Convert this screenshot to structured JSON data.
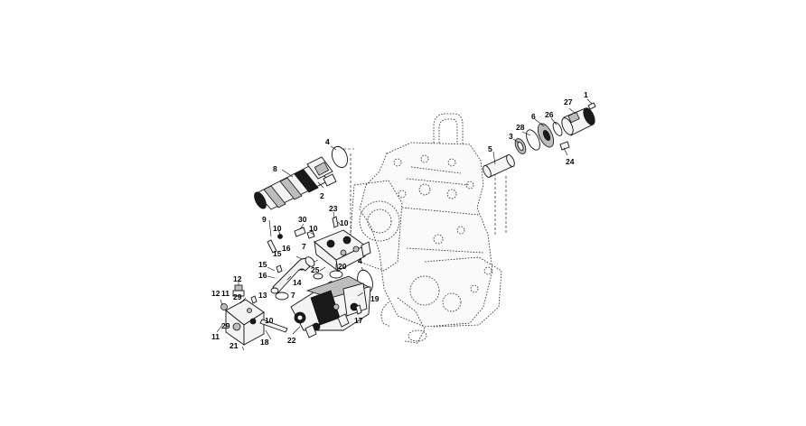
{
  "diagram": {
    "callouts": [
      {
        "id": "c1",
        "text": "1"
      },
      {
        "id": "c27",
        "text": "27"
      },
      {
        "id": "c26",
        "text": "26"
      },
      {
        "id": "c6",
        "text": "6"
      },
      {
        "id": "c28",
        "text": "28"
      },
      {
        "id": "c3",
        "text": "3"
      },
      {
        "id": "c5",
        "text": "5"
      },
      {
        "id": "c24",
        "text": "24"
      },
      {
        "id": "c4a",
        "text": "4"
      },
      {
        "id": "c8",
        "text": "8"
      },
      {
        "id": "c2",
        "text": "2"
      },
      {
        "id": "c23",
        "text": "23"
      },
      {
        "id": "c10a",
        "text": "10"
      },
      {
        "id": "c9",
        "text": "9"
      },
      {
        "id": "c10b",
        "text": "10"
      },
      {
        "id": "c30",
        "text": "30"
      },
      {
        "id": "c10c",
        "text": "10"
      },
      {
        "id": "c15a",
        "text": "15"
      },
      {
        "id": "c16a",
        "text": "16"
      },
      {
        "id": "c7a",
        "text": "7"
      },
      {
        "id": "c15b",
        "text": "15"
      },
      {
        "id": "c16b",
        "text": "16"
      },
      {
        "id": "c25",
        "text": "25"
      },
      {
        "id": "c20",
        "text": "20"
      },
      {
        "id": "c4b",
        "text": "4"
      },
      {
        "id": "c14",
        "text": "14"
      },
      {
        "id": "c12a",
        "text": "12"
      },
      {
        "id": "c12b",
        "text": "12"
      },
      {
        "id": "c11a",
        "text": "11"
      },
      {
        "id": "c29a",
        "text": "29"
      },
      {
        "id": "c13",
        "text": "13"
      },
      {
        "id": "c7b",
        "text": "7"
      },
      {
        "id": "c19",
        "text": "19"
      },
      {
        "id": "c29b",
        "text": "29"
      },
      {
        "id": "c10d",
        "text": "10"
      },
      {
        "id": "c17",
        "text": "17"
      },
      {
        "id": "c11b",
        "text": "11"
      },
      {
        "id": "c21",
        "text": "21"
      },
      {
        "id": "c18",
        "text": "18"
      },
      {
        "id": "c22",
        "text": "22"
      }
    ]
  }
}
